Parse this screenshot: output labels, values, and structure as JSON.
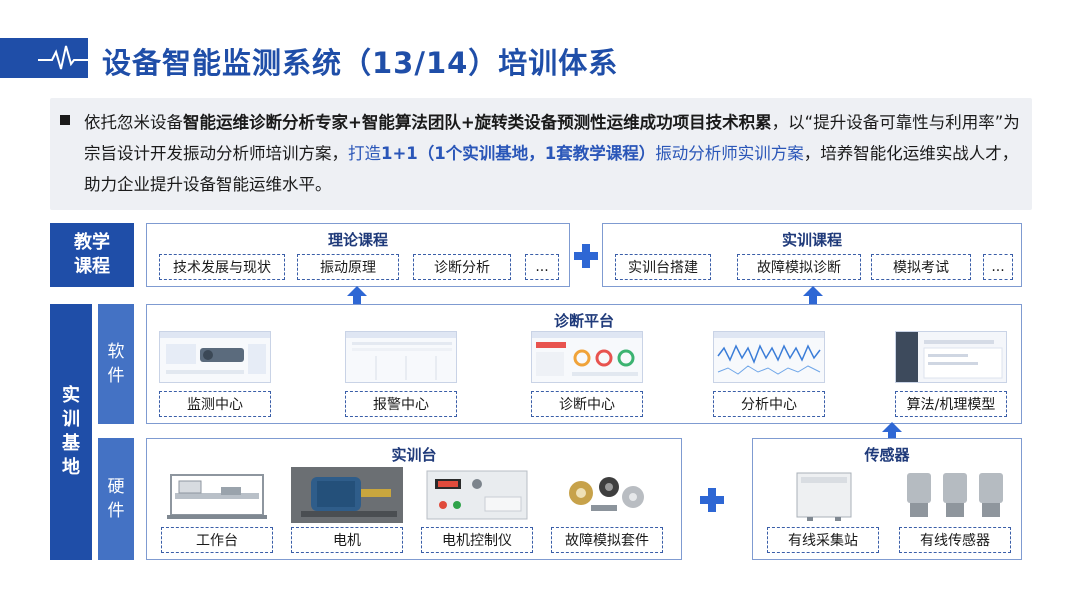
{
  "header": {
    "title": "设备智能监测系统（13/14）培训体系",
    "icon": "pulse-icon"
  },
  "intro": {
    "seg1": "依托忽米设备",
    "seg2": "智能运维诊断分析专家+智能算法团队+旋转类设备预测性运维成功项目技术积累",
    "seg3": "，以“提升设备可靠性与利用率”为宗旨设计开发振动分析师培训方案，",
    "seg4": "打造",
    "seg5": "1+1（1个实训基地，1套教学课程）",
    "seg6": "振动分析师实训方案",
    "seg7": "，培养智能化运维实战人才，助力企业提升设备智能运维水平。"
  },
  "sections": {
    "teaching": "教学\n课程",
    "training_base": "实\n训\n基\n地",
    "software": "软\n件",
    "hardware": "硬\n件"
  },
  "theory": {
    "title": "理论课程",
    "items": [
      "技术发展与现状",
      "振动原理",
      "诊断分析",
      "..."
    ]
  },
  "practice": {
    "title": "实训课程",
    "items": [
      "实训台搭建",
      "故障模拟诊断",
      "模拟考试",
      "..."
    ]
  },
  "platform": {
    "title": "诊断平台",
    "items": [
      "监测中心",
      "报警中心",
      "诊断中心",
      "分析中心",
      "算法/机理模型"
    ]
  },
  "bench": {
    "title": "实训台",
    "items": [
      "工作台",
      "电机",
      "电机控制仪",
      "故障模拟套件"
    ]
  },
  "sensors": {
    "title": "传感器",
    "items": [
      "有线采集站",
      "有线传感器"
    ]
  },
  "colors": {
    "brand": "#1f4ea8",
    "accent": "#2e67d4",
    "highlight_text": "#2a56b8"
  }
}
